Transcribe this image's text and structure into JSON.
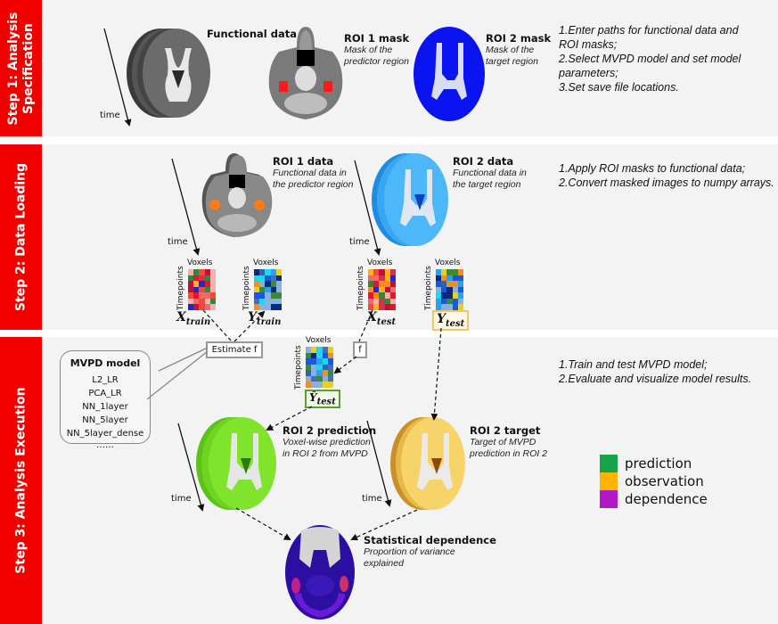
{
  "steps": [
    {
      "label": "Step 1: Analysis\nSpecification",
      "label_line1": "Step 1: Analysis",
      "label_line2": "Specification"
    },
    {
      "label": "Step 2: Data Loading"
    },
    {
      "label": "Step 3: Analysis Execution"
    }
  ],
  "step1": {
    "functional": {
      "title": "Functional data",
      "time_label": "time"
    },
    "roi1_mask": {
      "title": "ROI 1 mask",
      "desc_line1": "Mask of the",
      "desc_line2": "predictor region"
    },
    "roi2_mask": {
      "title": "ROI 2 mask",
      "desc_line1": "Mask of the",
      "desc_line2": "target region"
    },
    "instructions": [
      "1.Enter paths for functional data and",
      "ROI masks;",
      "2.Select MVPD model and set model",
      "parameters;",
      "3.Set save file locations."
    ]
  },
  "step2": {
    "roi1_data": {
      "title": "ROI 1 data",
      "desc_line1": "Functional data in",
      "desc_line2": "the predictor region",
      "time_label": "time"
    },
    "roi2_data": {
      "title": "ROI 2 data",
      "desc_line1": "Functional data in",
      "desc_line2": "the target region",
      "time_label": "time"
    },
    "instructions": [
      "1.Apply ROI masks to functional data;",
      "2.Convert masked images to numpy arrays."
    ],
    "matrices": [
      {
        "name": "X",
        "subscript": "train",
        "x_label": "Voxels",
        "y_label": "Timepoints",
        "palette": "warm"
      },
      {
        "name": "Y",
        "subscript": "train",
        "x_label": "Voxels",
        "y_label": "Timepoints",
        "palette": "cool"
      },
      {
        "name": "X",
        "subscript": "test",
        "x_label": "Voxels",
        "y_label": "Timepoints",
        "palette": "warm"
      },
      {
        "name": "Y",
        "subscript": "test",
        "x_label": "Voxels",
        "y_label": "Timepoints",
        "palette": "cool"
      }
    ]
  },
  "step3": {
    "estimate_label": "Estimate f",
    "f_label": "f",
    "mvpd_model": {
      "title": "MVPD model",
      "options": [
        "L2_LR",
        "PCA_LR",
        "NN_1layer",
        "NN_5layer",
        "NN_5layer_dense",
        "……"
      ]
    },
    "prediction_matrix": {
      "name": "Ŷ",
      "subscript": "test",
      "x_label": "Voxels",
      "y_label": "Timepoints"
    },
    "roi2_prediction": {
      "title": "ROI 2 prediction",
      "desc_line1": "Voxel-wise prediction",
      "desc_line2": "in ROI 2 from MVPD",
      "time_label": "time"
    },
    "roi2_target": {
      "title": "ROI 2 target",
      "desc_line1": "Target of MVPD",
      "desc_line2": "prediction in ROI 2",
      "time_label": "time"
    },
    "stat_dependence": {
      "title": "Statistical dependence",
      "desc_line1": "Proportion of variance",
      "desc_line2": "explained"
    },
    "instructions": [
      "1.Train and test MVPD model;",
      "2.Evaluate and visualize model results."
    ],
    "legend": [
      {
        "label": "prediction",
        "color": "#16a34a"
      },
      {
        "label": "observation",
        "color": "#ffb400"
      },
      {
        "label": "dependence",
        "color": "#b01ac4"
      }
    ]
  },
  "colors": {
    "step_bar": "#f20000",
    "panel_bg": "#f3f3f3",
    "roi1_mask_highlight": "#ff1a1a",
    "roi2_mask_blue": "#0a14f0",
    "roi2_data_blue": "#2aa8f5",
    "prediction_green": "#7ee02a",
    "target_yellow": "#f6d060",
    "estimate_box_border": "#999999",
    "ytest_box_border": "#f3c46a",
    "yhat_box_border": "#5aa02c"
  }
}
